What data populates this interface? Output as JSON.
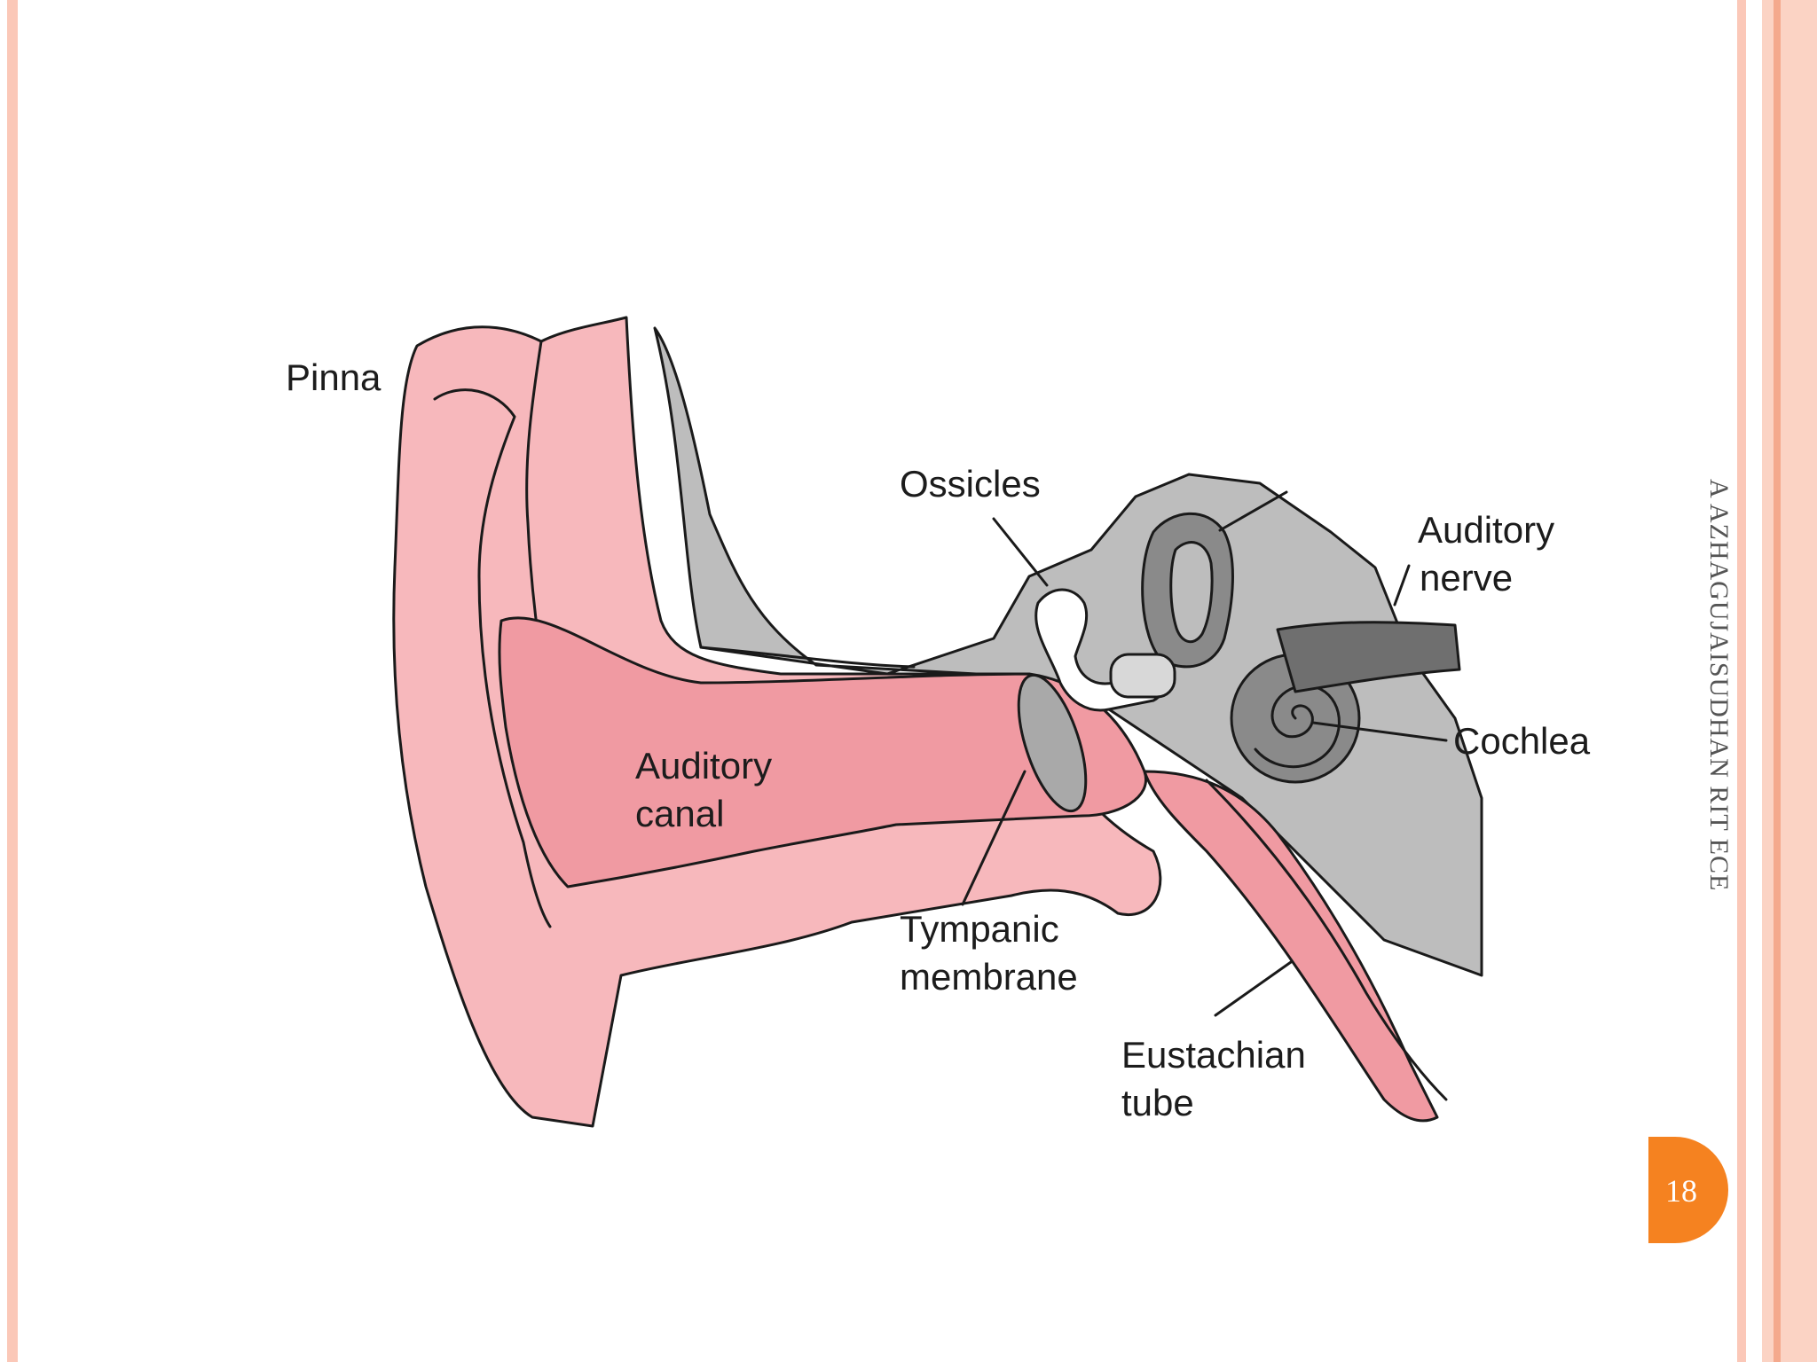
{
  "diagram": {
    "labels": {
      "pinna": "Pinna",
      "ossicles": "Ossicles",
      "auditory_nerve_1": "Auditory",
      "auditory_nerve_2": "nerve",
      "cochlea": "Cochlea",
      "auditory_canal_1": "Auditory",
      "auditory_canal_2": "canal",
      "tympanic_1": "Tympanic",
      "tympanic_2": "membrane",
      "eustachian_1": "Eustachian",
      "eustachian_2": "tube"
    }
  },
  "footer": {
    "author": "A AZHAGUJAISUDHAN RIT ECE",
    "page_number": "18"
  },
  "colors": {
    "pinna": "#f7b8bc",
    "canal": "#f09aa2",
    "bone": "#bdbdbd",
    "cochlea": "#8a8a8a",
    "page_badge": "#f58220",
    "border": "#fbc8b8"
  }
}
